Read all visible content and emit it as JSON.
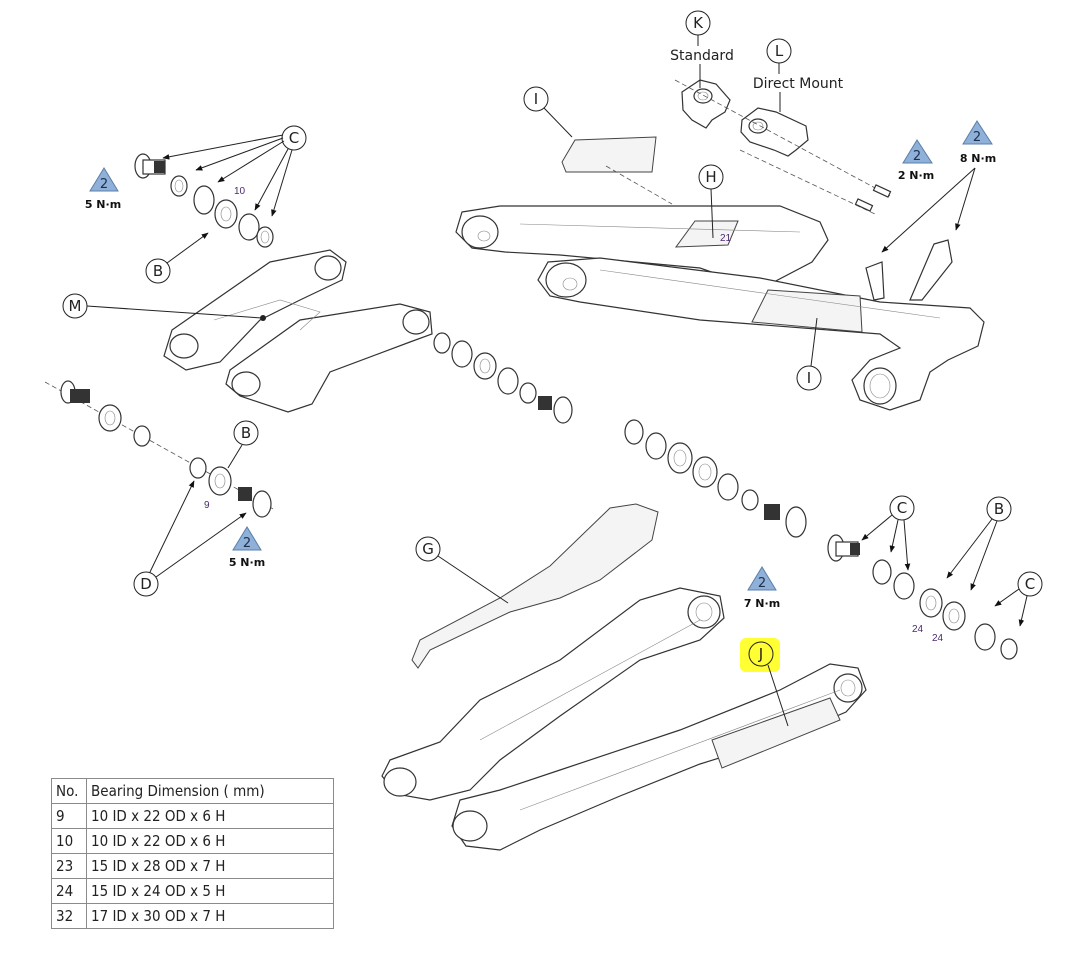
{
  "callouts": {
    "K": "K",
    "L": "L",
    "I_top": "I",
    "H": "H",
    "C_top": "C",
    "B_top": "B",
    "M": "M",
    "I_right": "I",
    "B_mid": "B",
    "D": "D",
    "G": "G",
    "C_right": "C",
    "B_right": "B",
    "C_far": "C",
    "J": "J"
  },
  "labels": {
    "standard": "Standard",
    "direct_mount": "Direct Mount"
  },
  "torque": [
    {
      "id": "top-left",
      "tool": "2",
      "value": "5 N·m"
    },
    {
      "id": "top-mid",
      "tool": "2",
      "value": "2 N·m"
    },
    {
      "id": "top-right",
      "tool": "2",
      "value": "8 N·m"
    },
    {
      "id": "left-bottom",
      "tool": "2",
      "value": "5 N·m"
    },
    {
      "id": "mid-right",
      "tool": "2",
      "value": "7 N·m"
    }
  ],
  "part_numbers": {
    "top_bearing": "10",
    "h_sticker": "21",
    "left_bearing": "9",
    "right_bearing_a": "24",
    "right_bearing_b": "24"
  },
  "highlight_color": "#ffff33",
  "triangle_color": "#8fb0d8",
  "table": {
    "headers": [
      "No.",
      "Bearing Dimension ( mm)"
    ],
    "rows": [
      [
        "9",
        "10 ID x 22 OD x 6 H"
      ],
      [
        "10",
        "10 ID x 22 OD x 6 H"
      ],
      [
        "23",
        "15 ID x 28 OD x 7 H"
      ],
      [
        "24",
        "15 ID x 24 OD x 5 H"
      ],
      [
        "32",
        "17 ID x 30 OD x 7 H"
      ]
    ]
  }
}
